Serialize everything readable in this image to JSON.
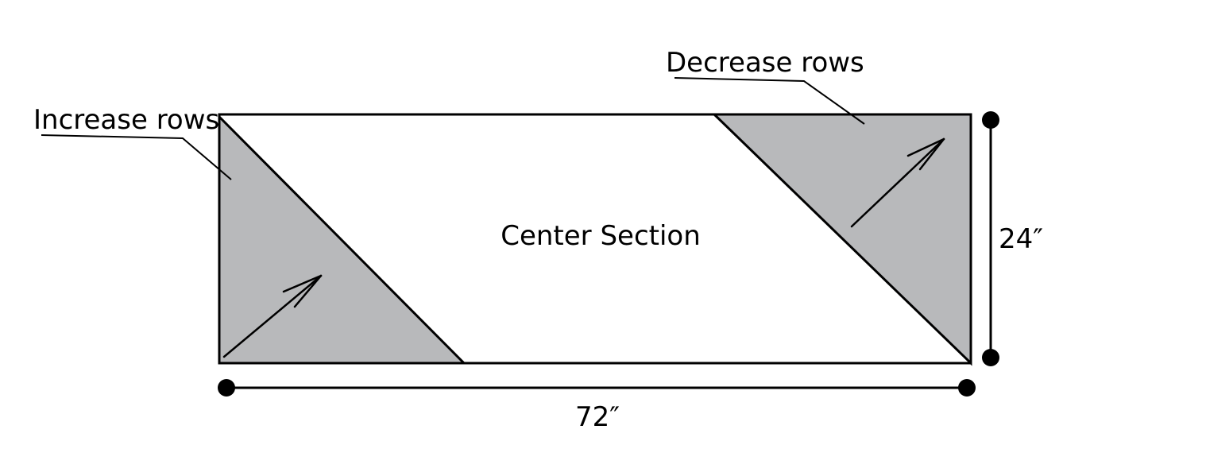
{
  "labels": {
    "increase": "Increase rows",
    "decrease": "Decrease rows",
    "center": "Center Section",
    "width": "72″",
    "height": "24″"
  },
  "colors": {
    "shaded": "#b8b9bb",
    "stroke": "#000000",
    "background": "#ffffff"
  }
}
